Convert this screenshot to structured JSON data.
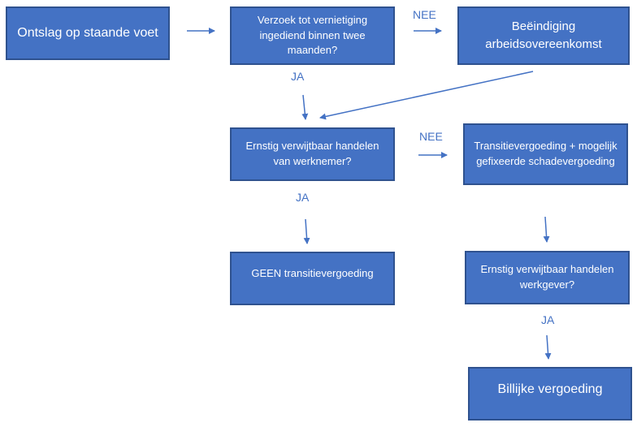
{
  "colors": {
    "box_fill": "#4472c4",
    "box_border": "#2f528f",
    "text": "#ffffff",
    "arrow": "#4472c4"
  },
  "nodes": {
    "ontslag": "Ontslag op staande voet",
    "verzoek": "Verzoek tot vernietiging ingediend binnen twee maanden?",
    "beeindiging": "Beëindiging arbeidsovereenkomst",
    "ernstig_werknemer": "Ernstig verwijtbaar handelen van werknemer?",
    "transitie_schade": "Transitievergoeding + mogelijk gefixeerde schadevergoeding",
    "geen_transitie": "GEEN transitievergoeding",
    "ernstig_werkgever": "Ernstig verwijtbaar handelen werkgever?",
    "billijke": "Billijke vergoeding"
  },
  "edge_labels": {
    "nee_1": "NEE",
    "ja_1": "JA",
    "nee_2": "NEE",
    "ja_2": "JA",
    "ja_3": "JA"
  }
}
